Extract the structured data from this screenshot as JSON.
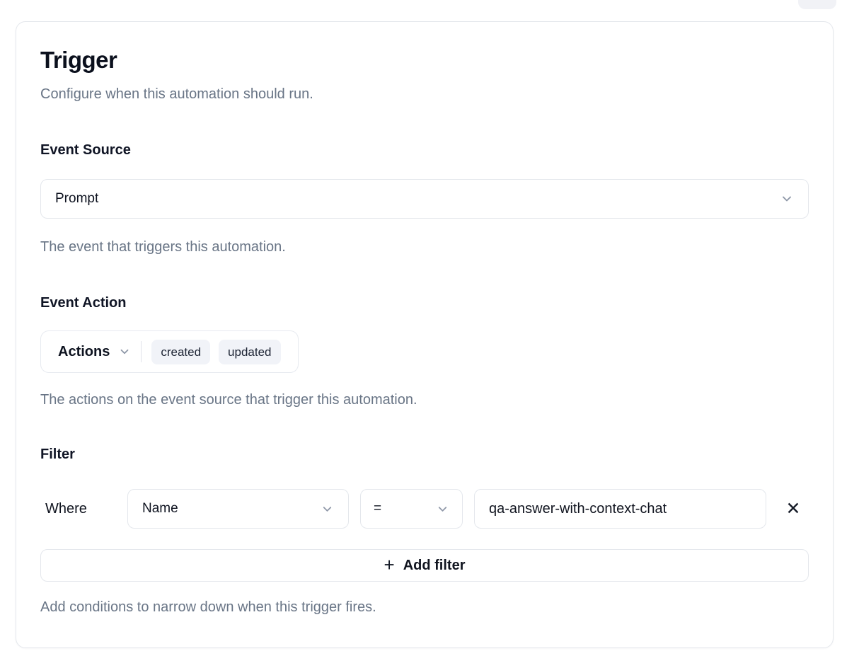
{
  "header": {
    "title": "Trigger",
    "subtitle": "Configure when this automation should run."
  },
  "event_source": {
    "label": "Event Source",
    "selected_value": "Prompt",
    "help": "The event that triggers this automation."
  },
  "event_action": {
    "label": "Event Action",
    "dropdown_label": "Actions",
    "badges": [
      "created",
      "updated"
    ],
    "help": "The actions on the event source that trigger this automation."
  },
  "filter": {
    "label": "Filter",
    "where_label": "Where",
    "field_selected": "Name",
    "operator_selected": "=",
    "value": "qa-answer-with-context-chat",
    "add_filter_label": "Add filter",
    "help": "Add conditions to narrow down when this trigger fires."
  },
  "icons": {
    "chevron_down": "⌄",
    "plus": "+",
    "close": "✕"
  },
  "colors": {
    "text_dark": "#0d121f",
    "text_muted": "#697586",
    "border": "#e4e7ec",
    "badge_bg": "#f1f3f8",
    "chevron": "#8f98a8"
  }
}
